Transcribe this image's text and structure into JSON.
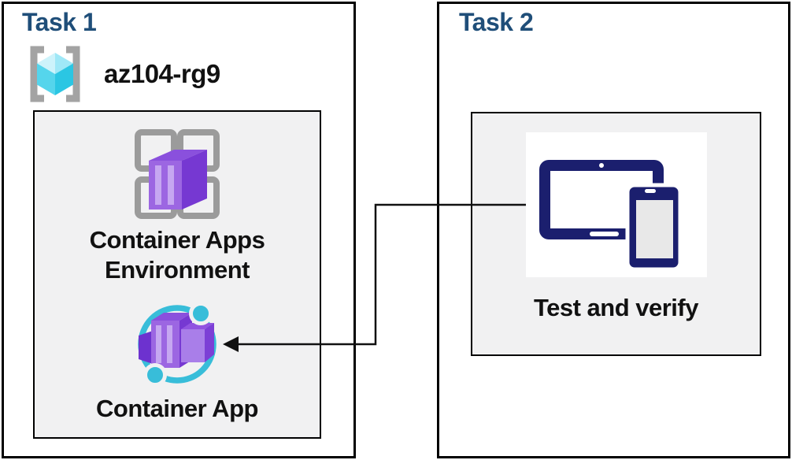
{
  "task1": {
    "title": "Task 1",
    "resource_group": {
      "icon": "resource-group-icon",
      "name": "az104-rg9"
    },
    "nodes": [
      {
        "icon": "container-apps-environment-icon",
        "label": "Container Apps Environment"
      },
      {
        "icon": "container-app-icon",
        "label": "Container App"
      }
    ]
  },
  "task2": {
    "title": "Task 2",
    "nodes": [
      {
        "icon": "devices-icon",
        "label": "Test and verify"
      }
    ]
  },
  "connector": {
    "type": "elbow-arrow",
    "from": "Test and verify",
    "to": "Container App",
    "arrowhead": "left"
  },
  "colors": {
    "page_bg": "#ffffff",
    "title": "#1f4e79",
    "label": "#111111",
    "border": "#000000",
    "panel_fill": "#f1f1f2",
    "frame_gray": "#9b9b9b",
    "bracket_gray": "#a3a3a3",
    "purple_front": "#9c66e2",
    "purple_stripe": "#c6a7f1",
    "purple_top": "#8a50dd",
    "purple_side": "#7638d2",
    "purple_dark": "#6d32cf",
    "cyan_arc": "#38bdd9",
    "cube_cyan_light": "#cdf3fb",
    "cube_cyan_mid": "#9fe8f7",
    "cube_cyan": "#55d5ec",
    "cube_cyan_dark": "#2bc6e3",
    "devices_navy": "#1b1f6e",
    "phone_screen": "#e8e8e8"
  }
}
